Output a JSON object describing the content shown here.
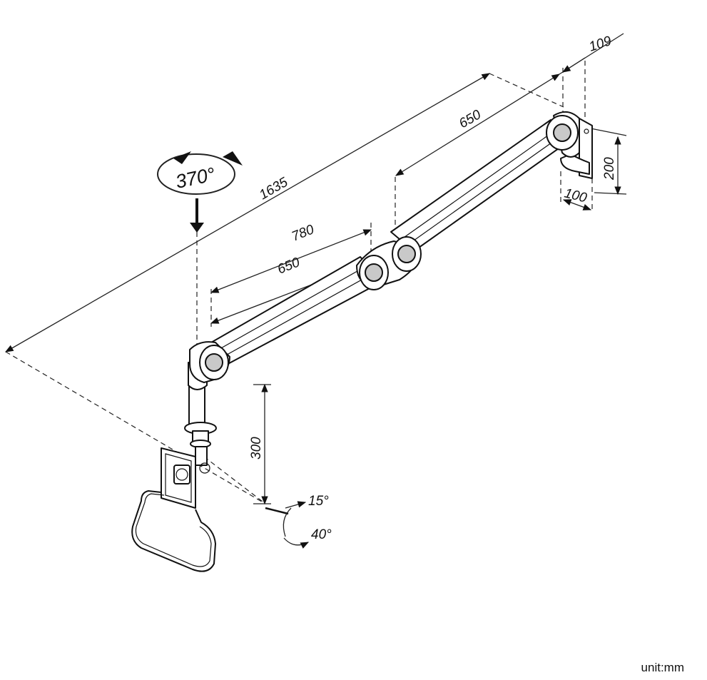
{
  "labels": {
    "rotation": "370°",
    "total_length": "1635",
    "upper_arm": "650",
    "reach": "780",
    "lower_arm": "650",
    "mount_offset": "109",
    "plate_height": "200",
    "plate_width": "100",
    "pole_height": "300",
    "tilt_up": "15°",
    "tilt_down": "40°"
  },
  "unit": "unit:mm"
}
